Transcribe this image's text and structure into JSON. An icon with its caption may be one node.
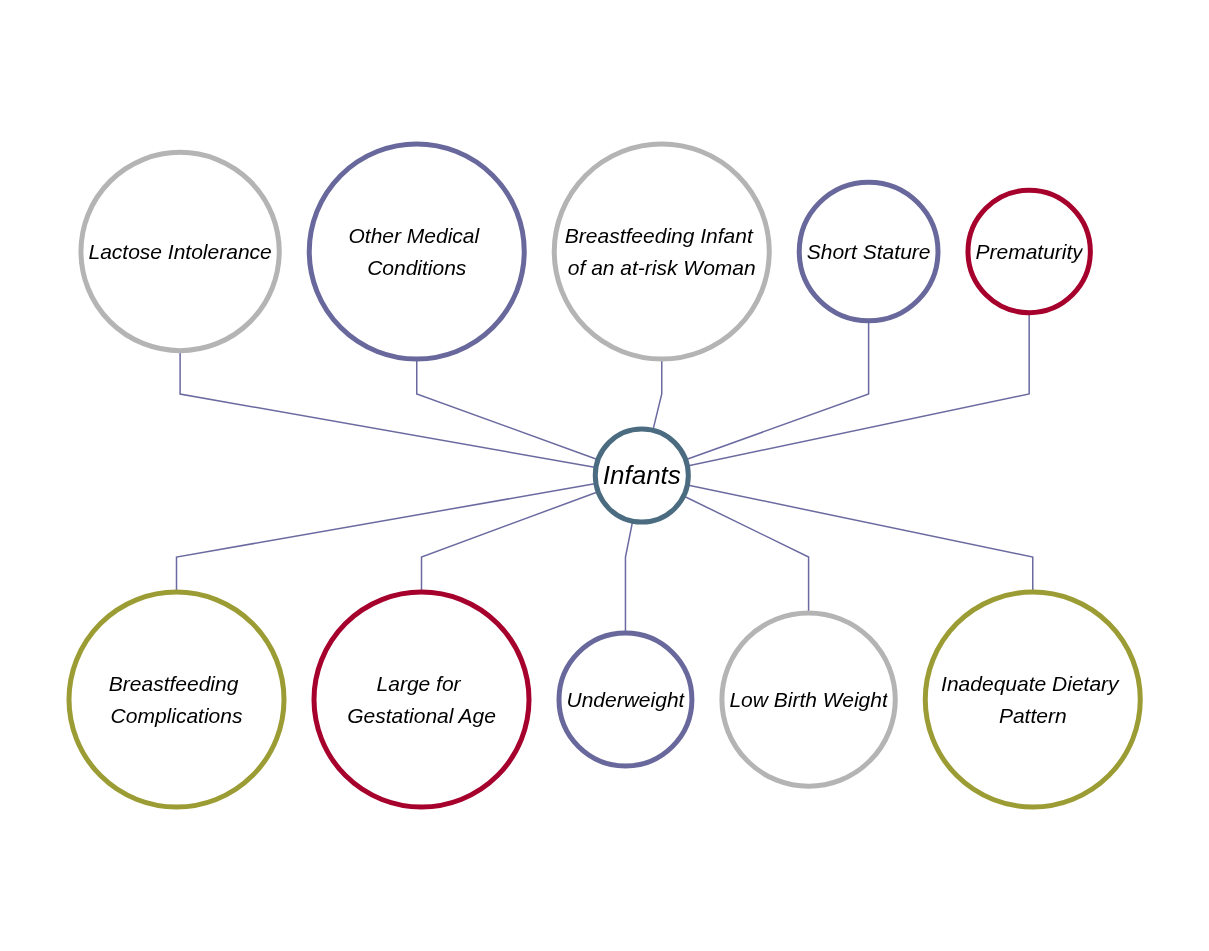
{
  "diagram": {
    "nodes": [
      {
        "text": [
          "Breastfeeding Infant of an at-risk Woman"
        ]
      },
      {
        "text": [
          "Other Medical Conditions"
        ]
      },
      {
        "text": [
          "Short Stature"
        ]
      },
      {
        "text": [
          "Lactose Intolerance"
        ]
      },
      {
        "text": [
          "Prematurity"
        ]
      },
      {
        "text": [
          "Infants"
        ]
      },
      {
        "text": [
          "Breastfeeding Complications"
        ]
      },
      {
        "text": [
          "Inadequate Dietary Pattern"
        ]
      },
      {
        "text": [
          "Large for Gestational Age"
        ]
      },
      {
        "text": [
          "Low Birth Weight"
        ]
      },
      {
        "text": [
          "Underweight"
        ]
      }
    ],
    "edges": [
      {
        "from": 3,
        "to": 5,
        "arrow": "none"
      },
      {
        "from": 1,
        "to": 5,
        "arrow": "none"
      },
      {
        "from": 0,
        "to": 5,
        "arrow": "none"
      },
      {
        "from": 2,
        "to": 5,
        "arrow": "none"
      },
      {
        "from": 4,
        "to": 5,
        "arrow": "none"
      },
      {
        "from": 5,
        "to": 6,
        "arrow": "none"
      },
      {
        "from": 5,
        "to": 8,
        "arrow": "none"
      },
      {
        "from": 5,
        "to": 10,
        "arrow": "none"
      },
      {
        "from": 5,
        "to": 9,
        "arrow": "none"
      },
      {
        "from": 5,
        "to": 7,
        "arrow": "none"
      }
    ]
  }
}
